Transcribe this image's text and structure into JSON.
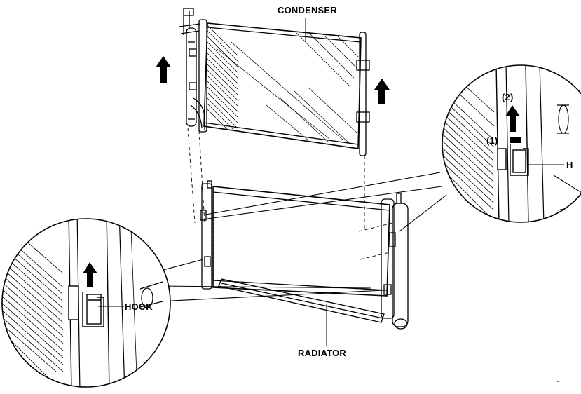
{
  "labels": {
    "condenser": "CONDENSER",
    "radiator": "RADIATOR",
    "hook_left": "HOOK",
    "hook_right": "H",
    "step_1": "(1)",
    "step_2": "(2)"
  },
  "icons": [
    "up-arrow-icon",
    "hook-clip-icon"
  ],
  "colors": {
    "line": "#000000",
    "background": "#ffffff"
  }
}
